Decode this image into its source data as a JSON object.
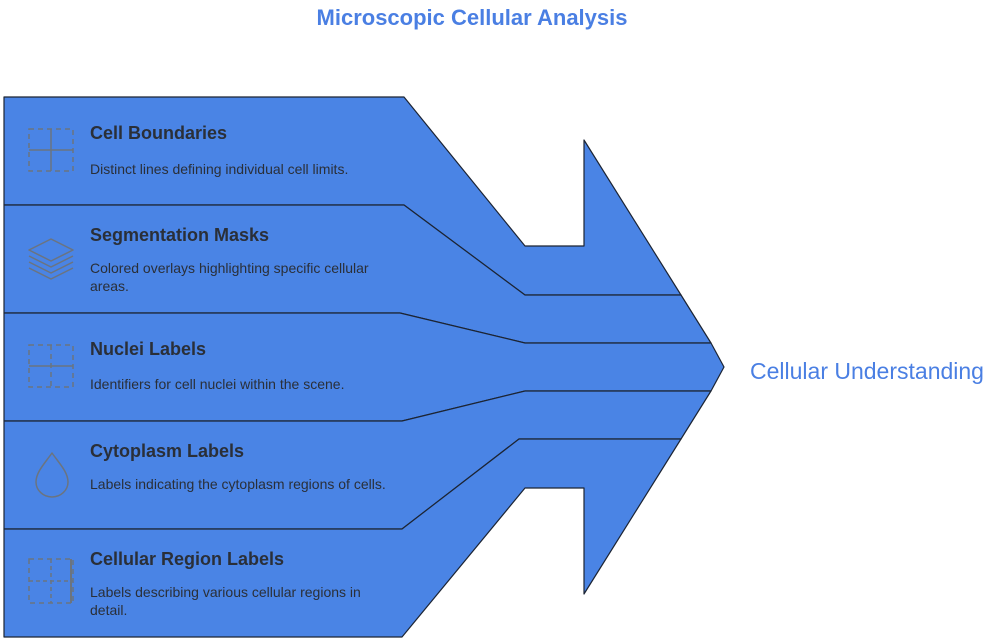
{
  "title": "Microscopic Cellular Analysis",
  "outcome": "Cellular Understanding",
  "items": [
    {
      "title": "Cell Boundaries",
      "description": "Distinct lines defining individual cell limits.",
      "icon": "grid-dashed-icon"
    },
    {
      "title": "Segmentation Masks",
      "description": "Colored overlays highlighting specific cellular areas.",
      "icon": "layers-icon"
    },
    {
      "title": "Nuclei Labels",
      "description": "Identifiers for cell nuclei within the scene.",
      "icon": "table-dashed-icon"
    },
    {
      "title": "Cytoplasm Labels",
      "description": "Labels indicating the cytoplasm regions of cells.",
      "icon": "droplet-icon"
    },
    {
      "title": "Cellular Region Labels",
      "description": "Labels describing various cellular regions in detail.",
      "icon": "layout-dashed-icon"
    }
  ],
  "colors": {
    "band_fill": "#4a84e5",
    "band_stroke": "#1c2433",
    "title": "#4a7fe3",
    "text": "#2a2f38",
    "icon": "#6b7480"
  }
}
